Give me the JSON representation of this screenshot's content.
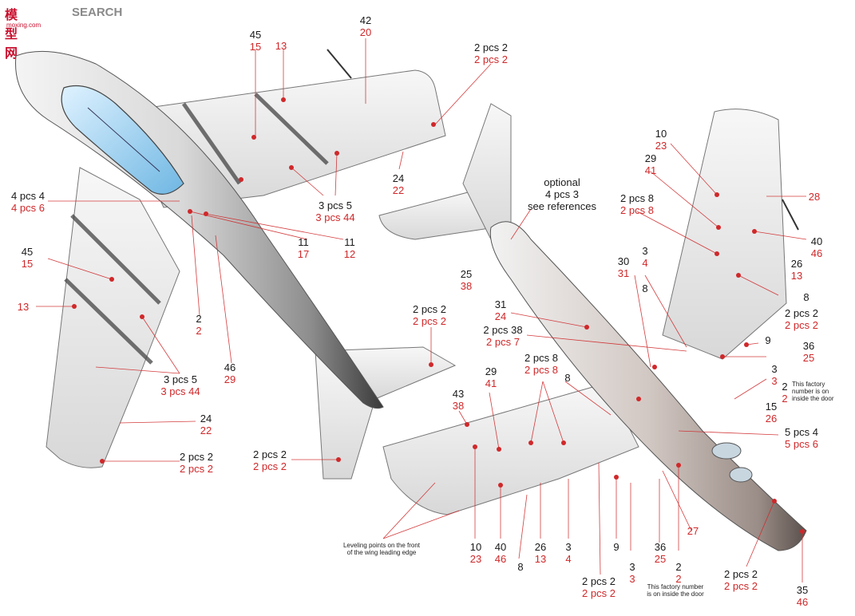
{
  "watermark": {
    "glyphs": "模型网",
    "brand": "SEARCH",
    "site": "moxing.com"
  },
  "labels": {
    "l45a": {
      "k": "45",
      "r": "15"
    },
    "l13a": {
      "k": "",
      "r": "13"
    },
    "l42": {
      "k": "42",
      "r": "20"
    },
    "l2pa": {
      "k": "2 pcs 2",
      "r": "2 pcs 2"
    },
    "l24a": {
      "k": "24",
      "r": "22"
    },
    "l3p5a": {
      "k": "3 pcs 5",
      "r": "3 pcs 44"
    },
    "l4p4": {
      "k": "4 pcs 4",
      "r": "4 pcs 6"
    },
    "l11a": {
      "k": "11",
      "r": "17"
    },
    "l11b": {
      "k": "11",
      "r": "12"
    },
    "l45b": {
      "k": "45",
      "r": "15"
    },
    "l13b": {
      "k": "",
      "r": "13"
    },
    "l2a": {
      "k": "2",
      "r": "2"
    },
    "l46a": {
      "k": "46",
      "r": "29"
    },
    "l3p5b": {
      "k": "3 pcs 5",
      "r": "3 pcs 44"
    },
    "l24b": {
      "k": "24",
      "r": "22"
    },
    "l2pb": {
      "k": "2 pcs 2",
      "r": "2 pcs 2"
    },
    "l2pc": {
      "k": "2 pcs 2",
      "r": "2 pcs 2"
    },
    "l2pd": {
      "k": "2 pcs 2",
      "r": "2 pcs 2"
    },
    "lopt": {
      "k": "optional",
      "k2": "4 pcs 3",
      "k3": "see references"
    },
    "l25a": {
      "k": "25",
      "r": "38"
    },
    "l10a": {
      "k": "10",
      "r": "23"
    },
    "l29a": {
      "k": "29",
      "r": "41"
    },
    "l2p8a": {
      "k": "2 pcs 8",
      "r": "2 pcs 8"
    },
    "l28": {
      "k": "",
      "r": "28"
    },
    "l40a": {
      "k": "40",
      "r": "46"
    },
    "l3a": {
      "k": "3",
      "r": "4"
    },
    "l30": {
      "k": "30",
      "r": "31"
    },
    "l26a": {
      "k": "26",
      "r": "13"
    },
    "l8a": {
      "k": "8",
      "r": ""
    },
    "l8b": {
      "k": "8",
      "r": ""
    },
    "l31": {
      "k": "31",
      "r": "24"
    },
    "l2pe": {
      "k": "2 pcs 2",
      "r": "2 pcs 2"
    },
    "l2p38": {
      "k": "2 pcs 38",
      "r": "2 pcs 7"
    },
    "l9a": {
      "k": "9",
      "r": ""
    },
    "l36a": {
      "k": "36",
      "r": "25"
    },
    "l2p8b": {
      "k": "2 pcs 8",
      "r": "2 pcs 8"
    },
    "l29b": {
      "k": "29",
      "r": "41"
    },
    "l8c": {
      "k": "8",
      "r": ""
    },
    "l3b": {
      "k": "3",
      "r": "3"
    },
    "l2b": {
      "k": "2",
      "r": "2"
    },
    "l43": {
      "k": "43",
      "r": "38"
    },
    "l15": {
      "k": "15",
      "r": "26"
    },
    "l5p4": {
      "k": "5 pcs 4",
      "r": "5 pcs 6"
    },
    "l27": {
      "k": "",
      "r": "27"
    },
    "l10b": {
      "k": "10",
      "r": "23"
    },
    "l40b": {
      "k": "40",
      "r": "46"
    },
    "l8d": {
      "k": "8",
      "r": ""
    },
    "l26b": {
      "k": "26",
      "r": "13"
    },
    "l3c": {
      "k": "3",
      "r": "4"
    },
    "l9b": {
      "k": "9",
      "r": ""
    },
    "l3d": {
      "k": "3",
      "r": "3"
    },
    "l36b": {
      "k": "36",
      "r": "25"
    },
    "l2c": {
      "k": "2",
      "r": "2"
    },
    "l2pf": {
      "k": "2 pcs 2",
      "r": "2 pcs 2"
    },
    "l2pg": {
      "k": "2 pcs 2",
      "r": "2 pcs 2"
    },
    "l35": {
      "k": "35",
      "r": "46"
    }
  },
  "notes": {
    "factory_top": "This factory\nnumber is on\ninside the door",
    "factory_bottom": "This factory number\nis on inside the door",
    "leveling": "Leveling points on the front\nof the wing leading edge"
  }
}
